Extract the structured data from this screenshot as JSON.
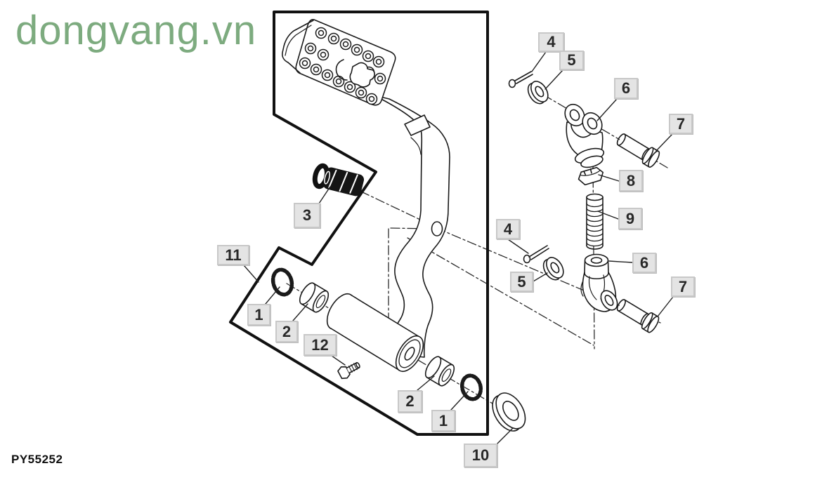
{
  "watermark": {
    "text": "dongvang.vn",
    "color": "#7dab7f"
  },
  "figure_code": {
    "text": "PY55252"
  },
  "diagram": {
    "title": "Pedal assembly exploded parts diagram",
    "frame_color": "#111111",
    "line_color": "#1a1a1a",
    "callout_style": {
      "background": "#e4e4e4",
      "border": "#c8c8c8",
      "text_color": "#282828"
    },
    "part_numbers_visible": [
      "1",
      "2",
      "3",
      "4",
      "5",
      "6",
      "7",
      "8",
      "9",
      "10",
      "11",
      "12"
    ]
  },
  "callouts": {
    "top_4": {
      "label": "4"
    },
    "top_5": {
      "label": "5"
    },
    "top_6": {
      "label": "6"
    },
    "top_7": {
      "label": "7"
    },
    "nut_8": {
      "label": "8"
    },
    "rod_9": {
      "label": "9"
    },
    "low_6": {
      "label": "6"
    },
    "low_4": {
      "label": "4"
    },
    "low_5": {
      "label": "5"
    },
    "low_7": {
      "label": "7"
    },
    "pin_3": {
      "label": "3"
    },
    "assy_11": {
      "label": "11"
    },
    "ring_1a": {
      "label": "1"
    },
    "bush_2a": {
      "label": "2"
    },
    "screw_12": {
      "label": "12"
    },
    "bush_2b": {
      "label": "2"
    },
    "ring_1b": {
      "label": "1"
    },
    "washer_10": {
      "label": "10"
    }
  }
}
